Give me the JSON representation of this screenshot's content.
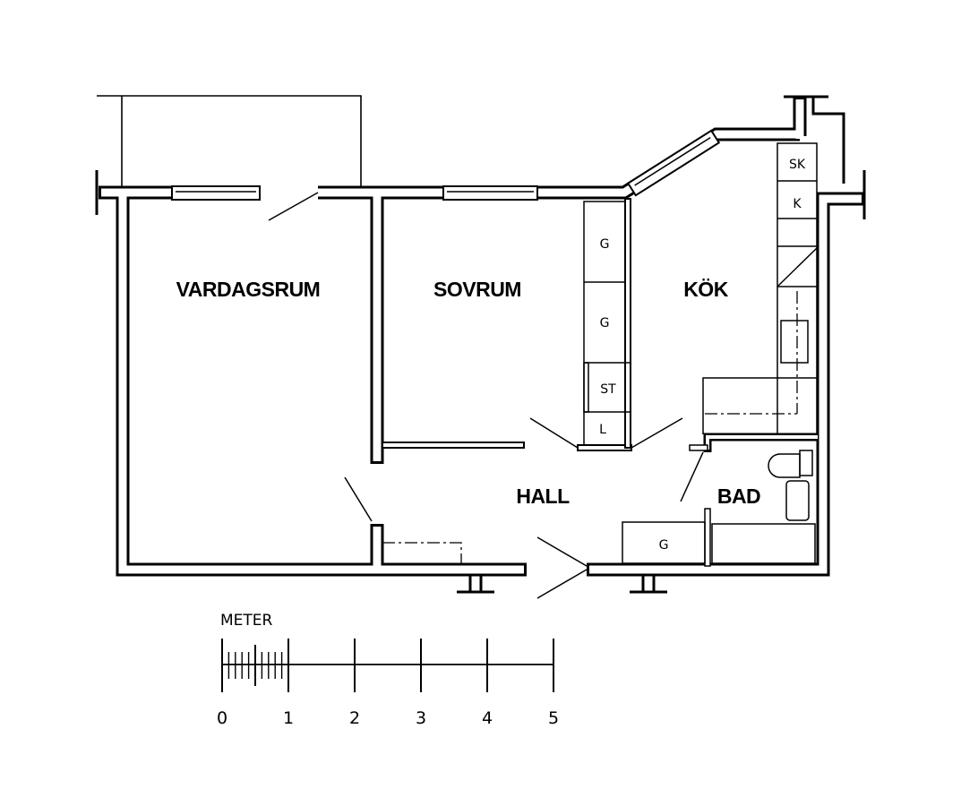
{
  "rooms": {
    "living_room": "VARDAGSRUM",
    "bedroom": "SOVRUM",
    "kitchen": "KÖK",
    "hall": "HALL",
    "bathroom": "BAD"
  },
  "cabinets": {
    "wardrobe_1": "G",
    "wardrobe_2": "G",
    "cleaning_cabinet": "ST",
    "linen_cabinet": "L",
    "hall_wardrobe": "G",
    "freezer": "SK",
    "fridge": "K"
  },
  "scale": {
    "unit_label": "METER",
    "ticks": [
      "0",
      "1",
      "2",
      "3",
      "4",
      "5"
    ]
  }
}
